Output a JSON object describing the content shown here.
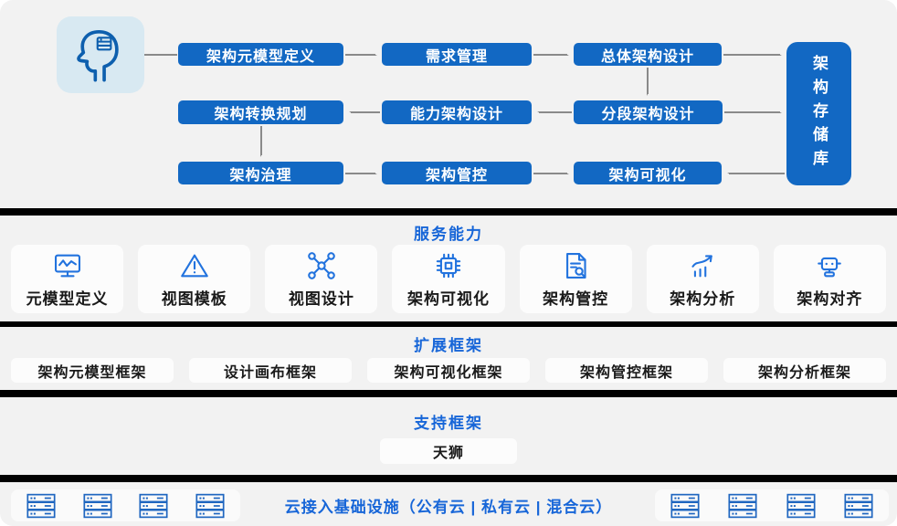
{
  "colors": {
    "background": "#f2f2f2",
    "flow_box_blue": "#1268c3",
    "arrow_gray": "#8a8a8a",
    "section_title_blue": "#1766d8",
    "icon_blue": "#2273de",
    "divider_black": "#010101",
    "head_tile_bg": "#d8e9f2",
    "head_stroke_blue": "#0d5fae",
    "card_bg": "#fcfcfc"
  },
  "flow": {
    "head_icon": "thinker-head-icon",
    "boxes": {
      "r1c1": "架构元模型定义",
      "r1c2": "需求管理",
      "r1c3": "总体架构设计",
      "r2c1": "架构转换规划",
      "r2c2": "能力架构设计",
      "r2c3": "分段架构设计",
      "r3c1": "架构治理",
      "r3c2": "架构管控",
      "r3c3": "架构可视化",
      "repository": "架构存储库"
    }
  },
  "services": {
    "title": "服务能力",
    "cards": [
      {
        "label": "元模型定义",
        "icon": "monitor-wave-icon"
      },
      {
        "label": "视图模板",
        "icon": "warning-triangle-icon"
      },
      {
        "label": "视图设计",
        "icon": "network-nodes-icon"
      },
      {
        "label": "架构可视化",
        "icon": "cpu-chip-icon"
      },
      {
        "label": "架构管控",
        "icon": "document-search-icon"
      },
      {
        "label": "架构分析",
        "icon": "trend-chart-icon"
      },
      {
        "label": "架构对齐",
        "icon": "robot-icon"
      }
    ]
  },
  "extensions": {
    "title": "扩展框架",
    "items": [
      "架构元模型框架",
      "设计画布框架",
      "架构可视化框架",
      "架构管控框架",
      "架构分析框架"
    ]
  },
  "support": {
    "title": "支持框架",
    "items": [
      "天狮"
    ]
  },
  "cloud": {
    "label": "云接入基础设施（公有云 | 私有云 | 混合云）",
    "left_server_count": 4,
    "right_server_count": 4
  }
}
